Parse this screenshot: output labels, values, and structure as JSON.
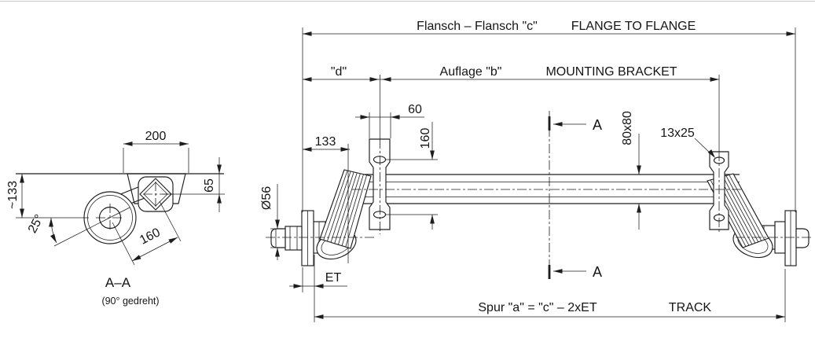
{
  "colors": {
    "background": "#ffffff",
    "line": "#1d1d1d"
  },
  "top_dimensions": {
    "flange_to_flange_de": "Flansch – Flansch \"c\"",
    "flange_to_flange_en": "FLANGE TO FLANGE",
    "d_label": "\"d\"",
    "mounting_bracket_de": "Auflage \"b\"",
    "mounting_bracket_en": "MOUNTING BRACKET"
  },
  "main_view": {
    "bracket_width": "60",
    "bracket_hole_spacing": "160",
    "flange_to_arm": "133",
    "tube_section": "80x80",
    "bracket_slot_size": "13x25",
    "hub_diameter": "Ø56",
    "wheel_offset": "ET",
    "section_marker": "A"
  },
  "bottom_dimensions": {
    "track_de": "Spur \"a\" = \"c\" – 2xET",
    "track_en": "TRACK"
  },
  "section_view": {
    "bracket_width": "200",
    "tube_center_depth": "65",
    "drop_height": "~133",
    "arm_angle": "25°",
    "arm_length": "160",
    "label": "A–A",
    "note": "(90° gedreht)"
  }
}
